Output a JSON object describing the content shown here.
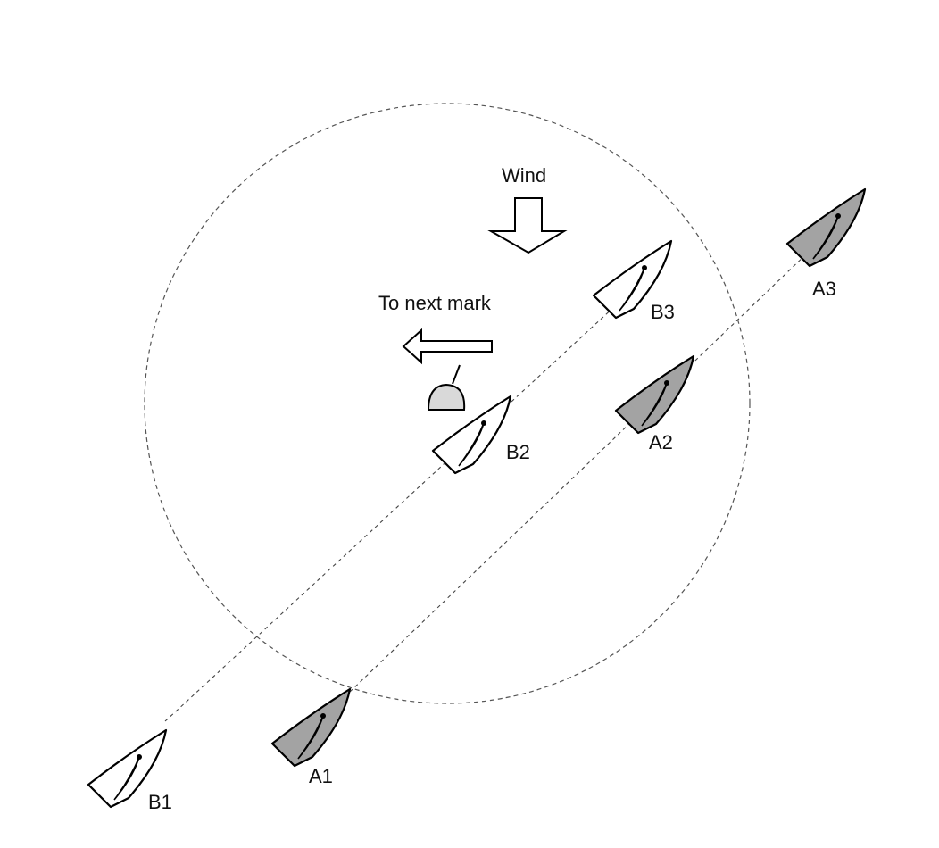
{
  "labels": {
    "wind": "Wind",
    "next_mark": "To next mark"
  },
  "boats": {
    "A1": {
      "name": "A1",
      "hull_color": "#a3a3a3"
    },
    "A2": {
      "name": "A2",
      "hull_color": "#a3a3a3"
    },
    "A3": {
      "name": "A3",
      "hull_color": "#a3a3a3"
    },
    "B1": {
      "name": "B1",
      "hull_color": "#ffffff"
    },
    "B2": {
      "name": "B2",
      "hull_color": "#ffffff"
    },
    "B3": {
      "name": "B3",
      "hull_color": "#ffffff"
    }
  },
  "mark": {
    "color": "#d9d9d9"
  },
  "colors": {
    "line": "#000000",
    "zone": "#555555"
  }
}
